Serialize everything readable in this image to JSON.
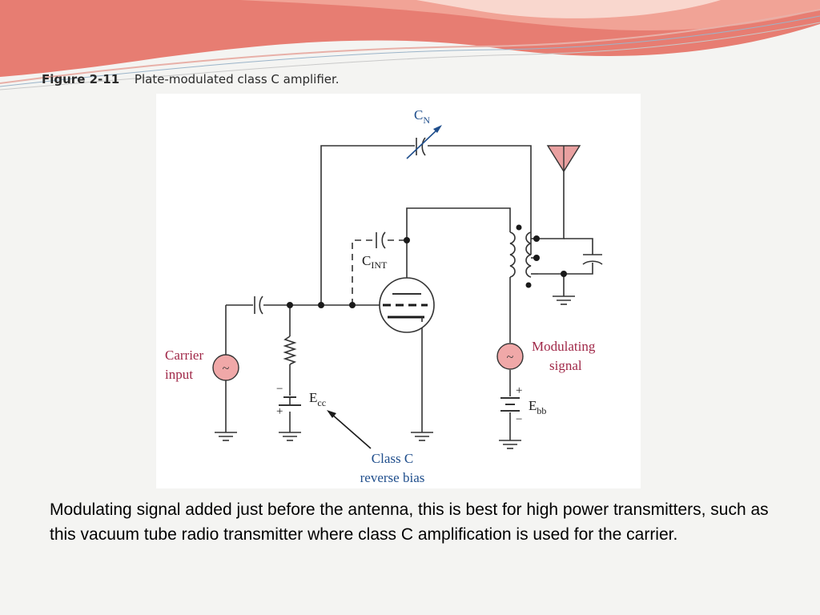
{
  "slide": {
    "colors": {
      "background": "#f4f4f2",
      "decor_primary": "#e77d72",
      "decor_secondary": "#f2a99c",
      "decor_line": "#9bb4c9",
      "circuit_line": "#333333",
      "label_red": "#a02848",
      "label_blue": "#1f4e8c",
      "source_fill": "#f0a8a8",
      "antenna_fill": "#e9a0a0"
    },
    "caption": {
      "figure_number": "Figure 2-11",
      "title": "Plate-modulated class C amplifier."
    },
    "figure": {
      "labels": {
        "cn_main": "C",
        "cn_sub": "N",
        "cint_main": "C",
        "cint_sub": "INT",
        "carrier_line1": "Carrier",
        "carrier_line2": "input",
        "modulating_line1": "Modulating",
        "modulating_line2": "signal",
        "ecc_main": "E",
        "ecc_sub": "cc",
        "ebb_main": "E",
        "ebb_sub": "bb",
        "classc_line1": "Class C",
        "classc_line2": "reverse bias",
        "plus_ecc": "+",
        "minus_ecc": "−",
        "plus_ebb": "+",
        "minus_ebb": "−",
        "tilde_carrier": "~",
        "tilde_modulating": "~"
      }
    },
    "body_text": "Modulating signal added just before the antenna, this is best for high power transmitters, such as this vacuum tube radio transmitter where class C amplification is used for the carrier."
  }
}
